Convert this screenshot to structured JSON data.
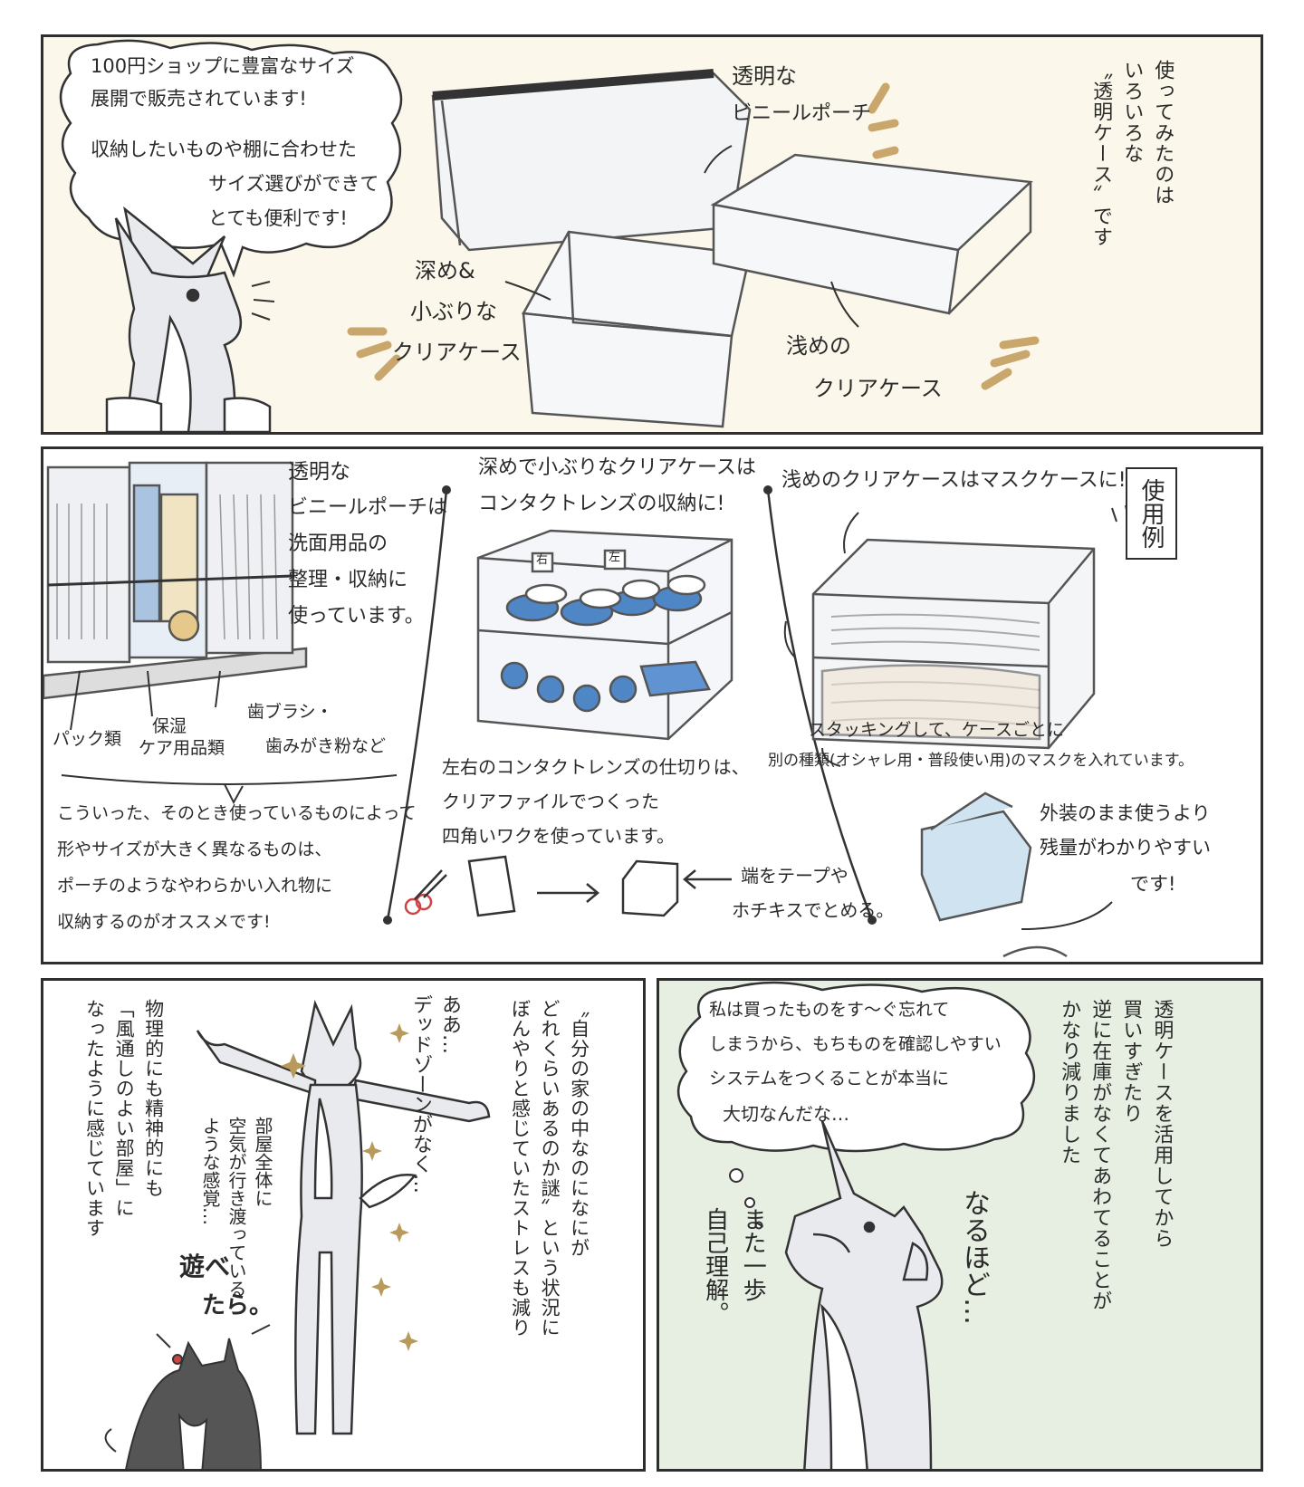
{
  "panel1": {
    "bubble": [
      "100円ショップに豊富なサイズ",
      "展開で販売されています!",
      "収納したいものや棚に合わせた",
      "サイズ選びができて",
      "とても便利です!"
    ],
    "narration": [
      "使ってみたのは",
      "いろいろな",
      "〝透明ケース〟です"
    ],
    "label_pouch": [
      "透明な",
      "ビニールポーチ"
    ],
    "label_deep": [
      "深め&",
      "小ぶりな",
      "クリアケース"
    ],
    "label_shallow": [
      "浅めの",
      "クリアケース"
    ]
  },
  "panel2": {
    "tag": "使用例",
    "pouch_note": [
      "透明な",
      "ビニールポーチは",
      "洗面用品の",
      "整理・収納に",
      "使っています。"
    ],
    "item_labels": [
      "パック類",
      "保湿",
      "ケア用品類",
      "歯ブラシ・",
      "歯みがき粉など"
    ],
    "pouch_advice": [
      "こういった、そのとき使っているものによって",
      "形やサイズが大きく異なるものは、",
      "ポーチのようなやわらかい入れ物に",
      "収納するのがオススメです!"
    ],
    "deep_title": [
      "深めで小ぶりなクリアケースは",
      "コンタクトレンズの収納に!"
    ],
    "lens_labels": [
      "右",
      "左"
    ],
    "divider_note": [
      "左右のコンタクトレンズの仕切りは、",
      "クリアファイルでつくった",
      "四角いワクを使っています。"
    ],
    "tape_note": [
      "端をテープや",
      "ホチキスでとめる。"
    ],
    "shallow_title": "浅めのクリアケースはマスクケースに!",
    "stacking_note": [
      "スタッキングして、ケースごとに",
      "別の種類(オシャレ用・普段使い用)のマスクを入れています。"
    ],
    "package_note": [
      "外装のまま使うより",
      "残量がわかりやすい",
      "です!"
    ]
  },
  "panel3": {
    "narration": [
      "〝自分の家の中なのになにが",
      "どれくらいあるのか謎〟という状況に",
      "ぼんやりと感じていたストレスも減り"
    ],
    "narration2": [
      "物理的にも精神的にも",
      "「風通しのよい部屋」に",
      "なったように感じています"
    ],
    "shout": [
      "ああ…",
      "デッドゾーンがなく…"
    ],
    "air": [
      "部屋全体に",
      "空気が行き渡っている",
      "ような感覚…"
    ],
    "cat": [
      "遊べ",
      "たら。"
    ]
  },
  "panel4": {
    "narration": [
      "透明ケースを活用してから",
      "買いすぎたり",
      "逆に在庫がなくてあわてることが",
      "かなり減りました"
    ],
    "thought": [
      "私は買ったものをす〜ぐ忘れて",
      "しまうから、もちものを確認しやすい",
      "システムをつくることが本当に",
      "大切なんだな…"
    ],
    "naruhodo": "なるほど…",
    "self": [
      "また一歩",
      "自己理解。"
    ]
  },
  "colors": {
    "panel1_bg": "#fbf7ea",
    "panel4_bg": "#e7efe2",
    "accent_tan": "#c9a66b",
    "lens_blue": "#4f86c6"
  }
}
